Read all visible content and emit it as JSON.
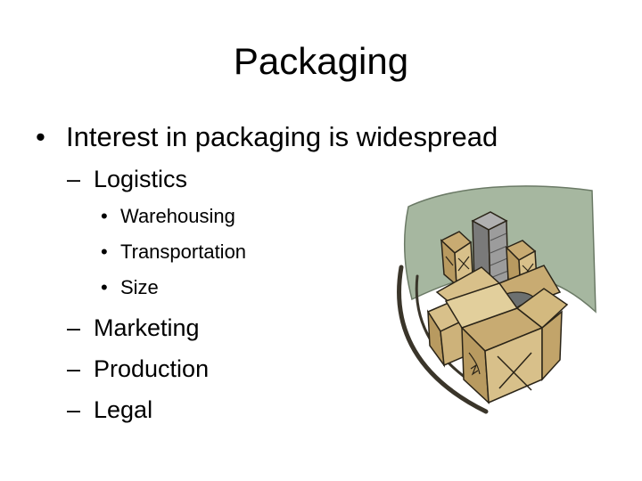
{
  "slide": {
    "title": "Packaging",
    "bullet": {
      "mark": "•",
      "text": "Interest in packaging is widespread"
    },
    "sub_mark": "–",
    "sub_sub_mark": "•",
    "logistics": {
      "label": "Logistics",
      "items": [
        "Warehousing",
        "Transportation",
        "Size"
      ]
    },
    "other_items": [
      "Marketing",
      "Production",
      "Legal"
    ]
  },
  "clipart": {
    "icon": "packing-boxes-clipart",
    "colors": {
      "background_blob": "#a6b7a0",
      "box": "#d8c08a",
      "box_dark": "#b89a60",
      "box_outline": "#2a2418",
      "tower": "#8a8a8a",
      "swoosh": "#3a352a"
    }
  }
}
